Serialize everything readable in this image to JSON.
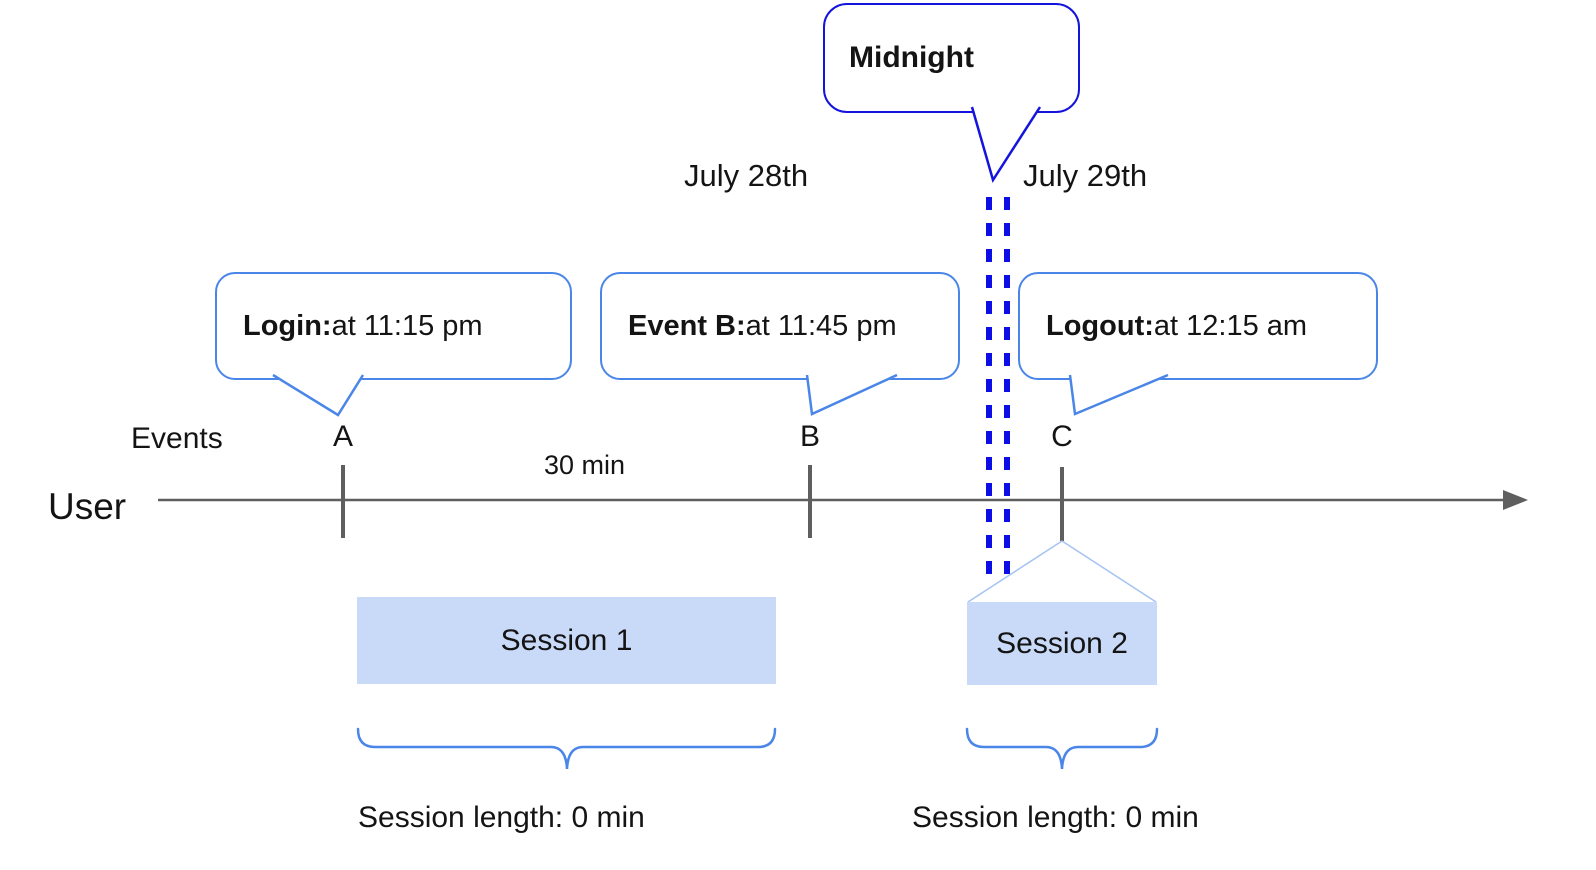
{
  "diagram": {
    "midnight": {
      "label": "Midnight"
    },
    "dates": {
      "before": "July 28th",
      "after": "July 29th"
    },
    "callouts": [
      {
        "title": "Login:",
        "detail": " at 11:15 pm"
      },
      {
        "title": "Event B:",
        "detail": " at 11:45 pm"
      },
      {
        "title": "Logout:",
        "detail": " at 12:15 am"
      }
    ],
    "markers": {
      "a": "A",
      "b": "B",
      "c": "C"
    },
    "axis": {
      "row_label": "Events",
      "user_label": "User",
      "interval": "30 min"
    },
    "sessions": [
      {
        "name": "Session 1",
        "length": "Session length: 0 min"
      },
      {
        "name": "Session 2",
        "length": "Session length: 0 min"
      }
    ],
    "colors": {
      "midnight_blue": "#1414dd",
      "dash_blue": "#0d0de6",
      "callout_blue": "#4a86e8",
      "funnel_blue": "#a7c4f2",
      "session_fill": "#c9daf8",
      "line_gray": "#5f5f5f",
      "text_black": "#141414"
    }
  }
}
